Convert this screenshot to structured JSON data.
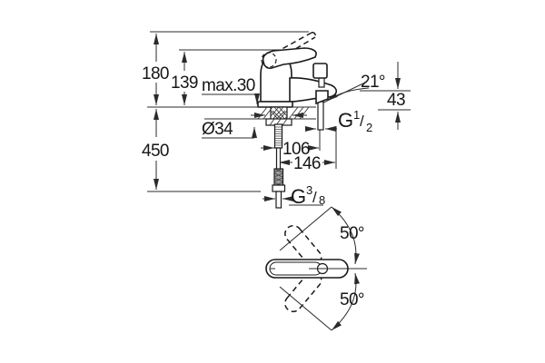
{
  "drawing": {
    "colors": {
      "line": "#1a1a1a",
      "dim": "#2b2b2b",
      "background": "#ffffff"
    },
    "side_view": {
      "height_overall": "180",
      "height_to_lever": "139",
      "deck_thickness_max": "max.30",
      "depth_below_deck": "450",
      "mounting_hole_dia": "Ø34",
      "outlet_offset": "106",
      "spout_reach": "146",
      "spout_angle": "21°",
      "outlet_to_deck": "43",
      "outlet_thread": {
        "prefix": "G",
        "numerator": "1",
        "slash": "/",
        "denominator": "2"
      },
      "supply_thread": {
        "prefix": "G",
        "numerator": "3",
        "slash": "/",
        "denominator": "8"
      }
    },
    "top_view": {
      "swivel_angle_up": "50°",
      "swivel_angle_down": "50°"
    }
  }
}
